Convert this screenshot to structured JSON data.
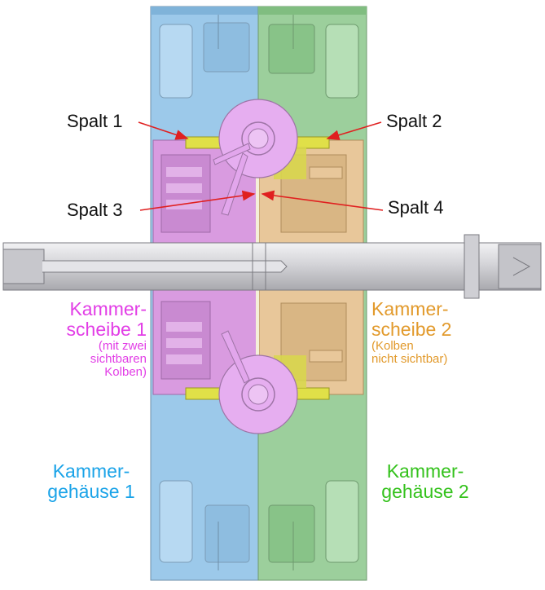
{
  "labels": {
    "gap1": "Spalt 1",
    "gap2": "Spalt 2",
    "gap3": "Spalt 3",
    "gap4": "Spalt 4",
    "disc1_line1": "Kammer-",
    "disc1_line2": "scheibe 1",
    "disc1_note1": "(mit zwei",
    "disc1_note2": "sichtbaren",
    "disc1_note3": "Kolben)",
    "disc2_line1": "Kammer-",
    "disc2_line2": "scheibe 2",
    "disc2_note1": "(Kolben",
    "disc2_note2": "nicht sichtbar)",
    "housing1_line1": "Kammer-",
    "housing1_line2": "gehäuse 1",
    "housing2_line1": "Kammer-",
    "housing2_line2": "gehäuse 2"
  },
  "colors": {
    "housing1": "#9cc9ea",
    "housing2": "#9ccf9c",
    "disc1": "#d99be0",
    "disc2": "#e8c79a",
    "shaft": "#d6d6da",
    "piston_circle": "#e6aef0",
    "gap_marker": "#e0e048",
    "arrow": "#e02020"
  }
}
